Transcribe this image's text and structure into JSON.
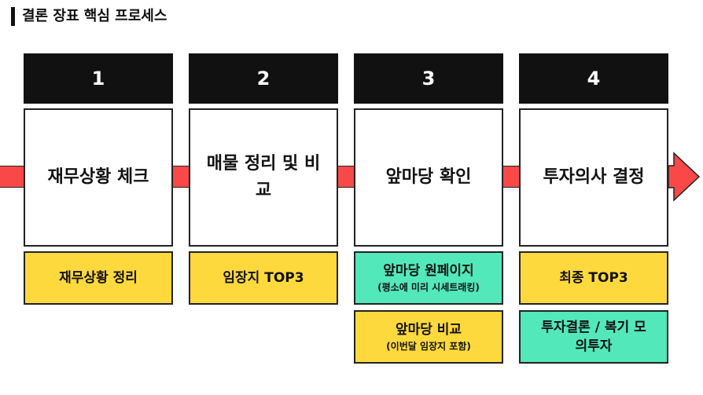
{
  "title": "결론 장표 핵심 프로세스",
  "colors": {
    "yellow": "#fed93e",
    "green": "#52e8b9",
    "arrow": "#f84848"
  },
  "steps": [
    {
      "num": "1",
      "label": "재무상황 체크",
      "subs": [
        {
          "text": "재무상황 정리",
          "note": null,
          "color": "yellow"
        }
      ]
    },
    {
      "num": "2",
      "label": "매물 정리 및 비교",
      "subs": [
        {
          "text": "임장지 TOP3",
          "note": null,
          "color": "yellow"
        }
      ]
    },
    {
      "num": "3",
      "label": "앞마당 확인",
      "subs": [
        {
          "text": "앞마당 원페이지",
          "note": "(평소에 미리 시세트래킹)",
          "color": "green"
        },
        {
          "text": "앞마당 비교",
          "note": "(이번달 임장지 포함)",
          "color": "yellow"
        }
      ]
    },
    {
      "num": "4",
      "label": "투자의사 결정",
      "subs": [
        {
          "text": "최종 TOP3",
          "note": null,
          "color": "yellow"
        },
        {
          "text": "투자결론 / 복기 모의투자",
          "note": null,
          "color": "green"
        }
      ]
    }
  ]
}
